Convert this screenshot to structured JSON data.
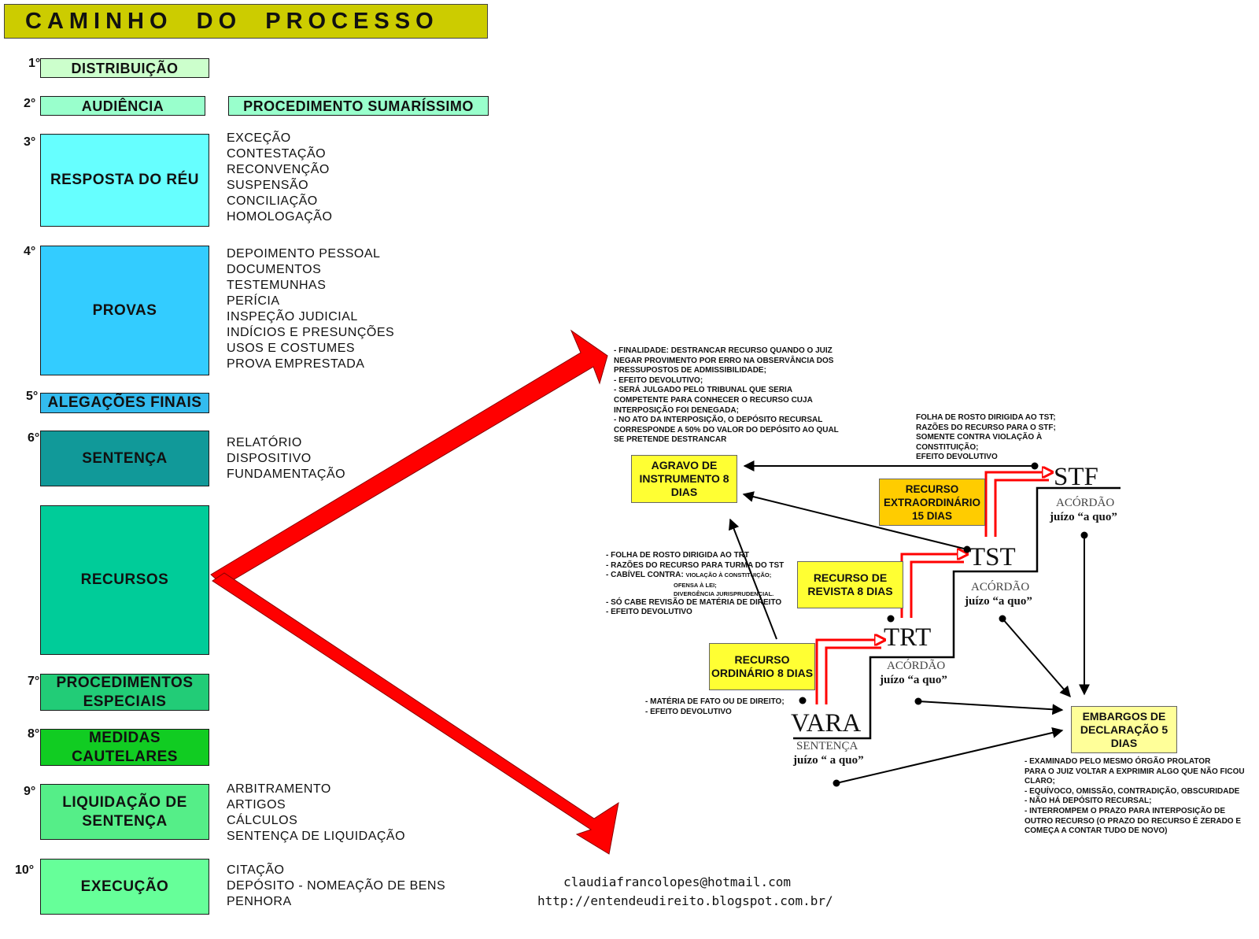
{
  "title": "CAMINHO  DO  PROCESSO",
  "steps": [
    {
      "num": "1°",
      "label": "DISTRIBUIÇÃO",
      "color": "#ccffcc",
      "items": []
    },
    {
      "num": "2°",
      "label": "AUDIÊNCIA",
      "color": "#99ffcc",
      "side_label": "PROCEDIMENTO SUMARÍSSIMO",
      "items": []
    },
    {
      "num": "3°",
      "label": "RESPOSTA DO RÉU",
      "color": "#66ffff",
      "items": [
        "EXCEÇÃO",
        "CONTESTAÇÃO",
        "RECONVENÇÃO",
        "SUSPENSÃO",
        "CONCILIAÇÃO",
        "HOMOLOGAÇÃO"
      ]
    },
    {
      "num": "4°",
      "label": "PROVAS",
      "color": "#33ccff",
      "items": [
        "DEPOIMENTO PESSOAL",
        "DOCUMENTOS",
        "TESTEMUNHAS",
        "PERÍCIA",
        "INSPEÇÃO JUDICIAL",
        "INDÍCIOS E PRESUNÇÕES",
        "USOS E COSTUMES",
        "PROVA EMPRESTADA"
      ]
    },
    {
      "num": "5°",
      "label": "ALEGAÇÕES FINAIS",
      "color": "#33bbee",
      "items": []
    },
    {
      "num": "6°",
      "label": "SENTENÇA",
      "color": "#119999",
      "items": [
        "RELATÓRIO",
        "DISPOSITIVO",
        "FUNDAMENTAÇÃO"
      ]
    },
    {
      "num": "",
      "label": "RECURSOS",
      "color": "#00cc99",
      "items": []
    },
    {
      "num": "7°",
      "label": "PROCEDIMENTOS ESPECIAIS",
      "color": "#22cc77",
      "items": []
    },
    {
      "num": "8°",
      "label": "MEDIDAS CAUTELARES",
      "color": "#11cc22",
      "items": []
    },
    {
      "num": "9°",
      "label": "LIQUIDAÇÃO DE SENTENÇA",
      "color": "#55ee88",
      "items": [
        "ARBITRAMENTO",
        "ARTIGOS",
        "CÁLCULOS",
        "SENTENÇA DE LIQUIDAÇÃO"
      ]
    },
    {
      "num": "10°",
      "label": "EXECUÇÃO",
      "color": "#66ff99",
      "items": [
        "CITAÇÃO",
        "DEPÓSITO - NOMEAÇÃO DE BENS",
        "PENHORA"
      ]
    }
  ],
  "recursos": {
    "agravo": {
      "label": "AGRAVO DE INSTRUMENTO 8 DIAS",
      "notes": [
        "- FINALIDADE: DESTRANCAR RECURSO QUANDO O JUIZ",
        "NEGAR PROVIMENTO POR ERRO NA OBSERVÂNCIA DOS",
        "PRESSUPOSTOS DE ADMISSIBILIDADE;",
        "- EFEITO DEVOLUTIVO;",
        "- SERÁ JULGADO PELO TRIBUNAL QUE SERIA",
        "COMPETENTE PARA CONHECER O RECURSO CUJA",
        "INTERPOSIÇÃO FOI DENEGADA;",
        "- NO ATO DA INTERPOSIÇÃO, O DEPÓSITO RECURSAL",
        "CORRESPONDE A 50% DO VALOR DO DEPÓSITO AO QUAL",
        "SE PRETENDE DESTRANCAR"
      ]
    },
    "extraordinario": {
      "label": "RECURSO EXTRAORDINÁRIO 15 DIAS",
      "notes": [
        "FOLHA DE ROSTO DIRIGIDA AO TST;",
        "RAZÕES DO RECURSO PARA O STF;",
        "SOMENTE CONTRA VIOLAÇÃO À",
        "CONSTITUIÇÃO;",
        "EFEITO DEVOLUTIVO"
      ]
    },
    "revista": {
      "label": "RECURSO DE REVISTA 8 DIAS",
      "notes": [
        "- FOLHA DE ROSTO DIRIGIDA AO TRT",
        "- RAZÕES DO RECURSO PARA TURMA DO TST",
        "- CABÍVEL CONTRA:",
        "VIOLAÇÃO À CONSTITUIÇÃO;",
        "OFENSA À LEI;",
        "DIVERGÊNCIA JURISPRUDENCIAL.",
        "- SÓ CABE REVISÃO DE MATÉRIA DE DIREITO",
        "- EFEITO DEVOLUTIVO"
      ]
    },
    "ordinario": {
      "label": "RECURSO ORDINÁRIO 8 DIAS",
      "notes": [
        "- MATÉRIA DE FATO OU DE DIREITO;",
        "- EFEITO DEVOLUTIVO"
      ]
    },
    "embargos": {
      "label": "EMBARGOS DE DECLARAÇÃO 5 DIAS",
      "notes": [
        "- EXAMINADO PELO MESMO ÓRGÃO PROLATOR",
        "PARA O JUIZ VOLTAR A EXPRIMIR ALGO QUE NÃO FICOU",
        "CLARO;",
        "- EQUÍVOCO, OMISSÃO, CONTRADIÇÃO, OBSCURIDADE",
        "- NÃO HÁ DEPÓSITO RECURSAL;",
        "- INTERROMPEM O PRAZO PARA INTERPOSIÇÃO DE",
        "OUTRO RECURSO (O PRAZO DO RECURSO É ZERADO E",
        "COMEÇA A CONTAR TUDO DE NOVO)"
      ]
    },
    "courts": {
      "vara": {
        "name": "VARA",
        "decision": "SENTENÇA",
        "juizo": "juízo “ a quo”"
      },
      "trt": {
        "name": "TRT",
        "decision": "ACÓRDÃO",
        "juizo": "juízo “a quo”"
      },
      "tst": {
        "name": "TST",
        "decision": "ACÓRDÃO",
        "juizo": "juízo “a quo”"
      },
      "stf": {
        "name": "STF",
        "decision": "ACÓRDÃO",
        "juizo": "juízo “a quo”"
      }
    }
  },
  "contact": {
    "email": "claudiafrancolopes@hotmail.com",
    "url": "http://entendeudireito.blogspot.com.br/"
  },
  "colors": {
    "arrow_red": "#ff0000",
    "title_bg": "#cccc00",
    "yellow_box": "#ffff33",
    "orange_box": "#ffcc00"
  }
}
